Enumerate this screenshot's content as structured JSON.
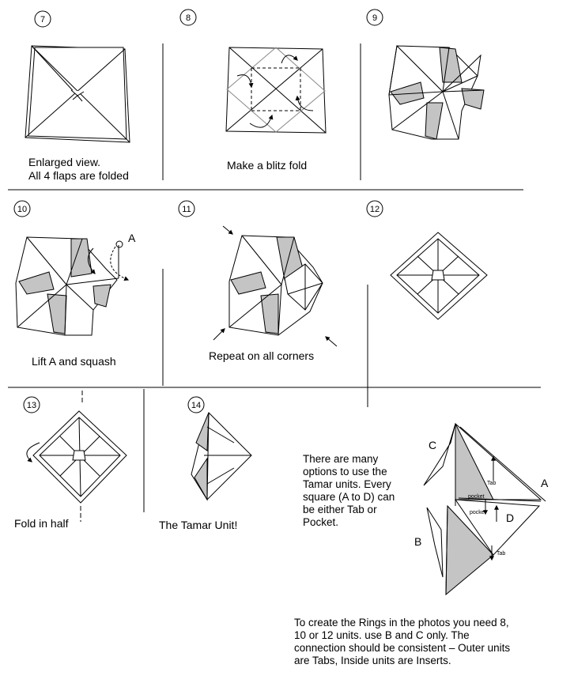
{
  "steps": [
    {
      "number": "7",
      "caption": "Enlarged view.\nAll 4 flaps are folded"
    },
    {
      "number": "8",
      "caption": "Make a blitz fold"
    },
    {
      "number": "9",
      "caption": ""
    },
    {
      "number": "10",
      "caption": "Lift A and squash",
      "label": "A"
    },
    {
      "number": "11",
      "caption": "Repeat on all corners"
    },
    {
      "number": "12",
      "caption": ""
    },
    {
      "number": "13",
      "caption": "Fold in half"
    },
    {
      "number": "14",
      "caption": "The Tamar Unit!"
    }
  ],
  "options_text": "There are many options to use the Tamar units. Every square (A to D) can be either Tab or Pocket.",
  "rings_text": "To create the Rings in the photos you need 8, 10 or 12 units. use B and C only. The connection should be consistent – Outer units are Tabs, Inside units are Inserts.",
  "unit_diagram": {
    "labels": {
      "a": "A",
      "b": "B",
      "c": "C",
      "d": "D"
    },
    "tab": "Tab",
    "pocket": "pocket"
  }
}
